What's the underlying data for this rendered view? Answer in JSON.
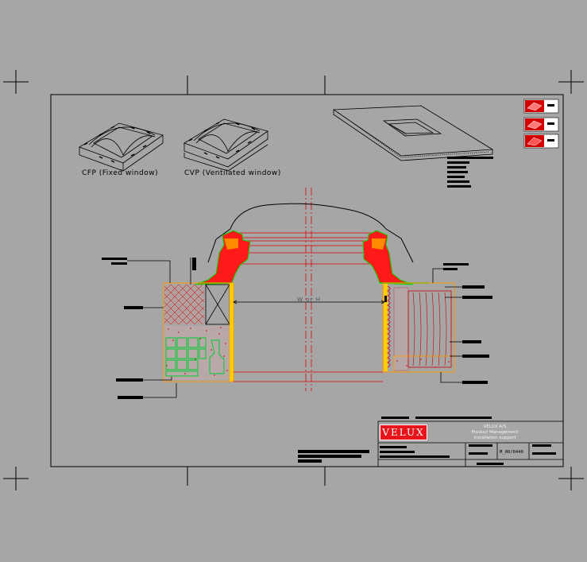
{
  "drawing": {
    "captions": {
      "fixed": "CFP (Fixed window)",
      "ventilated": "CVP (Ventilated window)"
    },
    "dimension_label": "W or H",
    "title_block": {
      "brand": "VELUX",
      "company": "VELUX A/S",
      "department": "Product Management",
      "support": "Installation support",
      "doc_number": "M_00/0440"
    },
    "colors": {
      "background": "#a6a6a6",
      "frame_line": "#000000",
      "profile_red": "#ff0000",
      "insulation_green": "#00cc33",
      "section_orange": "#ff9900",
      "brand_red": "#e8141a"
    },
    "icons": [
      "dome-thumbnail-1",
      "dome-thumbnail-2",
      "dome-thumbnail-3"
    ]
  }
}
